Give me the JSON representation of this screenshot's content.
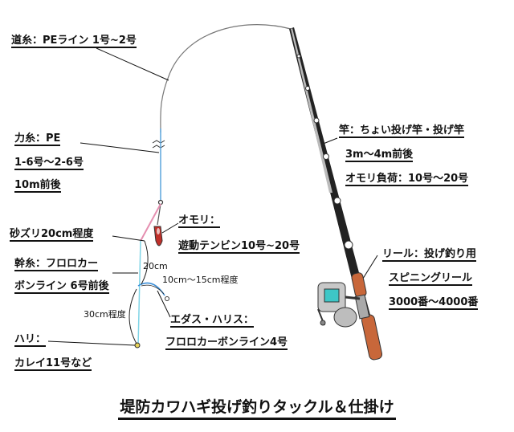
{
  "title": "堤防カワハギ投げ釣りタックル＆仕掛け",
  "labels": {
    "main_line": "道糸：PEライン 1号~2号",
    "power_line_1": "力糸：PE",
    "power_line_2": "1-6号～2-6号",
    "power_line_3": "10m前後",
    "sinker_1": "オモリ：",
    "sinker_2": "遊動テンビン10号~20号",
    "sand_sleeve": "砂ズリ20cm程度",
    "trunk_1": "幹糸：フロロカー",
    "trunk_2": "ボンライン 6号前後",
    "dim_20": "20cm",
    "dim_10_15": "10cm～15cm程度",
    "dim_30": "30cm程度",
    "branch_1": "エダス・ハリス：",
    "branch_2": "フロロカーボンライン4号",
    "hook_1": "ハリ：",
    "hook_2": "カレイ11号など",
    "rod_1": "竿：ちょい投げ竿・投げ竿",
    "rod_2": "3m～4m前後",
    "rod_3": "オモリ負荷：10号～20号",
    "reel_1": "リール：投げ釣り用",
    "reel_2": "スピニングリール",
    "reel_3": "3000番～4000番"
  },
  "colors": {
    "text": "#111111",
    "reel_body": "#c8c8c8",
    "reel_accent": "#3ec7c7",
    "handle_orange": "#c8673a",
    "sinker_red": "#c0302a",
    "line_blue": "#5aa5dc",
    "line_pink": "#e58fb0",
    "leader_cyan": "#7fd4e6"
  }
}
